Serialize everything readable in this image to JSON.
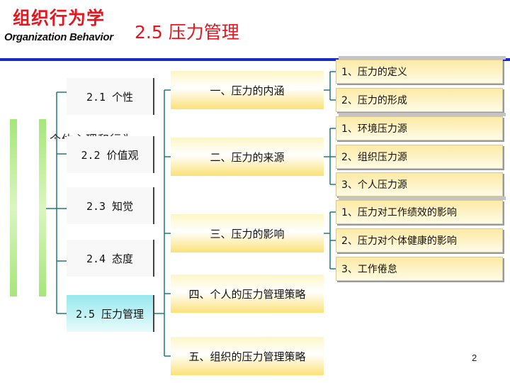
{
  "header": {
    "logo_cn": "组织行为学",
    "logo_en": "Organization Behavior",
    "title": "2.5 压力管理"
  },
  "left_nav": {
    "items": [
      {
        "label": "2.1  个性"
      },
      {
        "label": "2.2  价值观"
      },
      {
        "label": "2.3  知觉"
      },
      {
        "label": "2.4  态度"
      },
      {
        "label": "2.5 压力管理"
      }
    ],
    "ghost_text": "个体心理和行为"
  },
  "middle": {
    "items": [
      {
        "label": "一、压力的内涵"
      },
      {
        "label": "二、压力的来源"
      },
      {
        "label": "三、压力的影响"
      },
      {
        "label": "四、个人的压力管理策略"
      },
      {
        "label": "五、组织的压力管理策略"
      }
    ]
  },
  "right": {
    "groups": [
      {
        "items": [
          {
            "label": "1、压力的定义"
          },
          {
            "label": "2、压力的形成"
          }
        ]
      },
      {
        "items": [
          {
            "label": "1、环境压力源"
          },
          {
            "label": "2、组织压力源"
          },
          {
            "label": "3、个人压力源"
          }
        ]
      },
      {
        "items": [
          {
            "label": "1、压力对工作绩效的影响"
          },
          {
            "label": "2、压力对个体健康的影响"
          },
          {
            "label": "3、工作倦怠"
          }
        ]
      }
    ]
  },
  "page_number": "2",
  "colors": {
    "title_red": "#e6161e",
    "rule_blue": "#1a2bbf",
    "connector_teal": "#1f7a7a",
    "active_cyan": "#96e8ee",
    "mid_yellow": "#fbe278",
    "bar_green": "#a6e67a"
  }
}
